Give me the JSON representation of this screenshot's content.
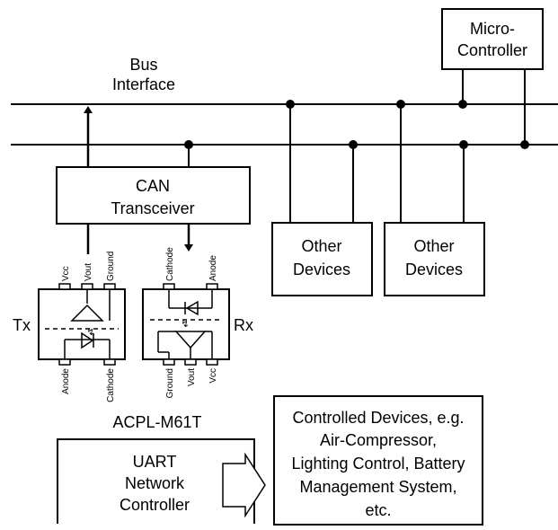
{
  "diagram": {
    "bus_interface": {
      "line1": "Bus",
      "line2": "Interface"
    },
    "micro_controller": {
      "line1": "Micro-",
      "line2": "Controller"
    },
    "can_transceiver": {
      "line1": "CAN",
      "line2": "Transceiver"
    },
    "other_devices": [
      {
        "line1": "Other",
        "line2": "Devices"
      },
      {
        "line1": "Other",
        "line2": "Devices"
      }
    ],
    "tx": {
      "label": "Tx",
      "top_pins": [
        "Vcc",
        "Vout",
        "Ground"
      ],
      "bottom_pins": [
        "Anode",
        "Cathode"
      ]
    },
    "rx": {
      "label": "Rx",
      "top_pins": [
        "Cathode",
        "Anode"
      ],
      "bottom_pins": [
        "Ground",
        "Vout",
        "Vcc"
      ]
    },
    "part_number": "ACPL-M61T",
    "uart": {
      "line1": "UART",
      "line2": "Network",
      "line3": "Controller"
    },
    "controlled_devices": {
      "line1": "Controlled Devices, e.g.",
      "line2": "Air-Compressor,",
      "line3": "Lighting Control, Battery",
      "line4": "Management System,",
      "line5": "etc."
    }
  }
}
